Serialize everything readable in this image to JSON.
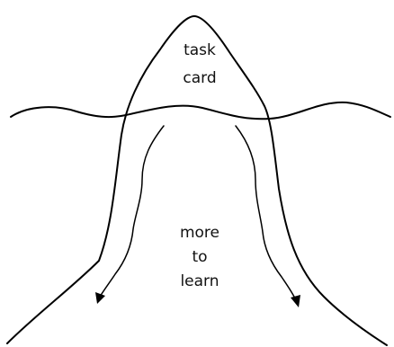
{
  "diagram": {
    "top_label": [
      "task",
      "card"
    ],
    "middle_label": [
      "more",
      "to",
      "learn"
    ]
  }
}
